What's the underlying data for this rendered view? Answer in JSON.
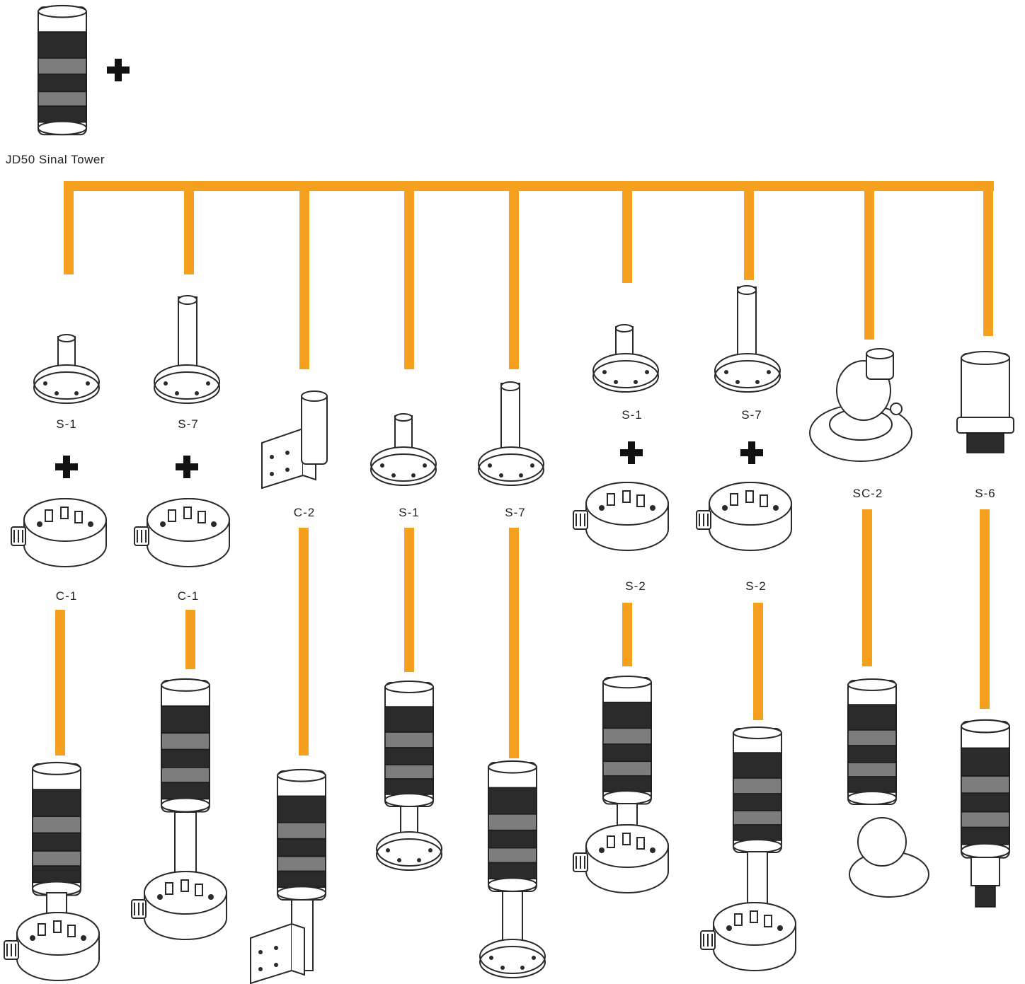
{
  "source_label": "JD50 Sinal Tower",
  "plus_symbol": "+",
  "colors": {
    "connector": "#F5A01E",
    "ink": "#2a2a2a",
    "lens_dark": "#2b2b2b",
    "lens_mid": "#7d7d7d"
  },
  "columns": [
    {
      "id": "c1",
      "labels": [
        "S-1",
        "C-1"
      ]
    },
    {
      "id": "c2",
      "labels": [
        "S-7",
        "C-1"
      ]
    },
    {
      "id": "c3",
      "labels": [
        "C-2"
      ]
    },
    {
      "id": "c4",
      "labels": [
        "S-1"
      ]
    },
    {
      "id": "c5",
      "labels": [
        "S-7"
      ]
    },
    {
      "id": "c6",
      "labels": [
        "S-1",
        "S-2"
      ]
    },
    {
      "id": "c7",
      "labels": [
        "S-7",
        "S-2"
      ]
    },
    {
      "id": "c8",
      "labels": [
        "SC-2"
      ]
    },
    {
      "id": "c9",
      "labels": [
        "S-6"
      ]
    }
  ]
}
